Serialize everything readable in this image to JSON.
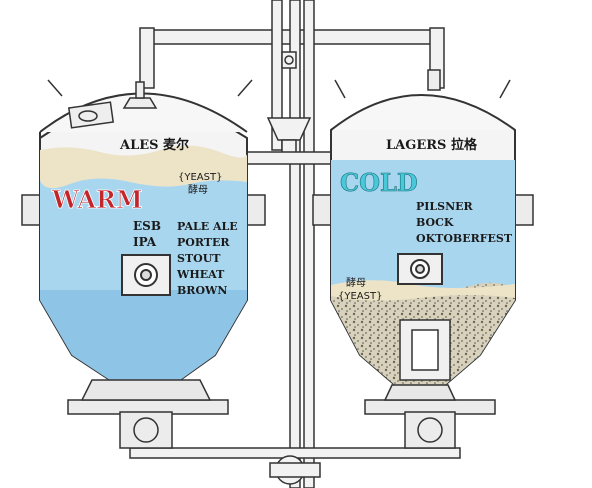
{
  "diagram": {
    "left_tank": {
      "header": "ALES 麦尔",
      "yeast_label": "{YEAST}",
      "yeast_cn": "酵母",
      "temperature": "WARM",
      "temperature_color": "#c2262b",
      "styles_col1": [
        "ESB",
        "IPA"
      ],
      "styles_col2": [
        "PALE ALE",
        "PORTER",
        "STOUT",
        "WHEAT",
        "BROWN"
      ]
    },
    "right_tank": {
      "header": "LAGERS 拉格",
      "yeast_label": "{YEAST}",
      "yeast_cn": "酵母",
      "temperature": "COLD",
      "temperature_color": "#48c8d8",
      "styles": [
        "PILSNER",
        "BOCK",
        "OKTOBERFEST"
      ]
    },
    "colors": {
      "liquid": "#a9d6ef",
      "liquid_deep": "#8ec5e6",
      "foam": "#ede4c8",
      "tank_line": "#333333",
      "tank_fill": "#f4f4f4"
    }
  }
}
